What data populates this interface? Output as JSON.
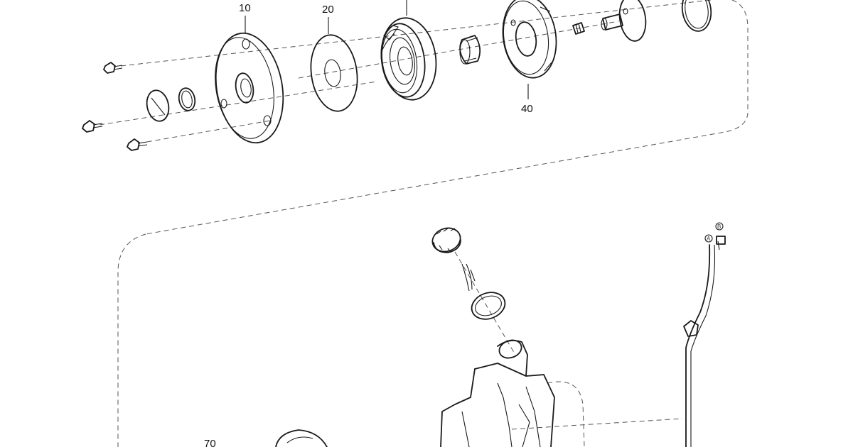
{
  "callouts": {
    "c10": "10",
    "c20": "20",
    "c40": "40",
    "c70": "70"
  },
  "connectors": {
    "a": "A",
    "b": "B"
  },
  "colors": {
    "line": "#1a1a1a",
    "dashed": "#555555",
    "background": "#ffffff"
  }
}
